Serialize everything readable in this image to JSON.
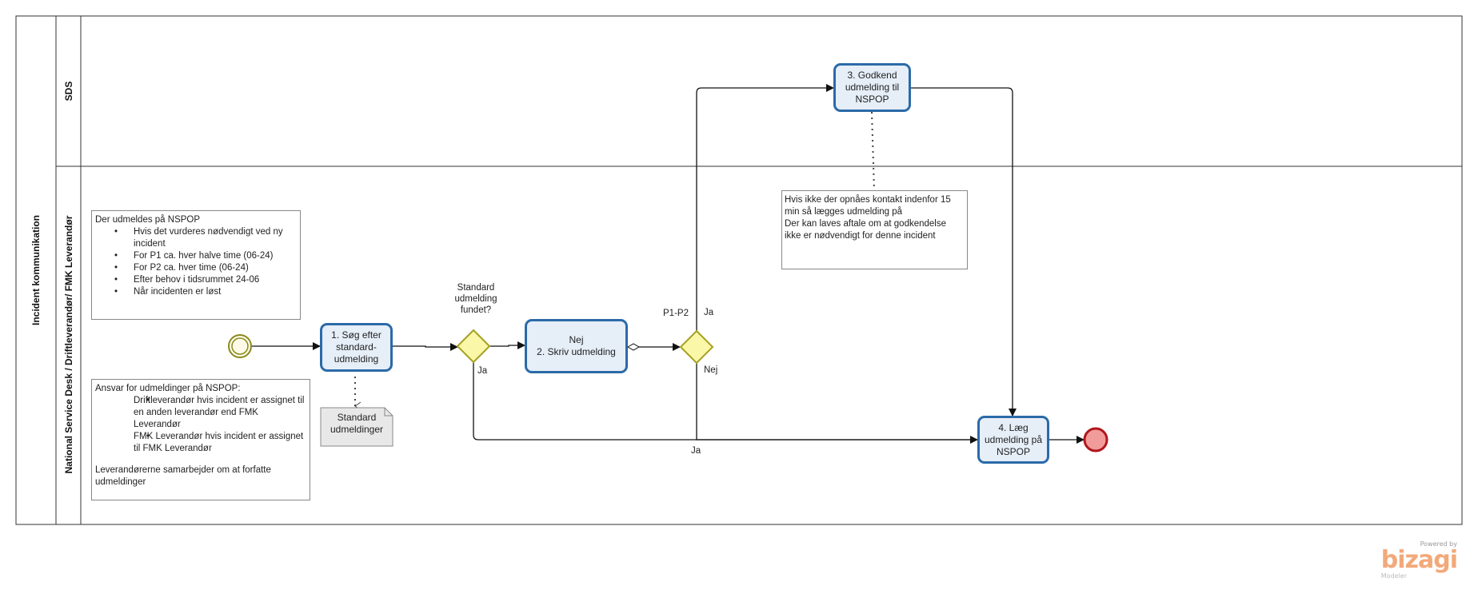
{
  "pool": {
    "title": "Incident kommunikation"
  },
  "lanes": [
    {
      "id": "sds",
      "title": "SDS"
    },
    {
      "id": "nsd",
      "title": "National Service Desk / Driftleverandør/ FMK Leverandør"
    }
  ],
  "tasks": {
    "t1": "1. Søg efter\nstandard-\nudmelding",
    "t2": "Nej\n2. Skriv udmelding",
    "t3": "3. Godkend\nudmelding til\nNSPOP",
    "t4": "4. Læg\nudmelding på\nNSPOP"
  },
  "gateways": {
    "g1_label": "Standard\nudmelding\nfundet?",
    "g1_yes": "Ja",
    "g2_label": "P1-P2",
    "g2_yes": "Ja",
    "g2_no": "Nej",
    "bottom_yes": "Ja"
  },
  "data_object": {
    "label": "Standard\nudmeldinger"
  },
  "annotation1": {
    "heading": "Der udmeldes på NSPOP",
    "items": [
      "Hvis det vurderes nødvendigt ved ny incident",
      "For P1 ca. hver halve time (06-24)",
      "For P2 ca. hver time (06-24)",
      "Efter behov i tidsrummet 24-06",
      "Når incidenten er løst"
    ]
  },
  "annotation2": {
    "heading": "Ansvar for udmeldinger på NSPOP:",
    "items": [
      "Driftleverandør hvis incident er assignet til en anden leverandør end FMK Leverandør",
      "FMK Leverandør hvis incident er assignet til FMK Leverandør"
    ],
    "footer": "Leverandørerne samarbejder om at forfatte udmeldinger"
  },
  "annotation3": {
    "lines": [
      "Hvis ikke der opnåes kontakt indenfor 15 min så lægges udmelding på",
      "Der kan laves aftale om at godkendelse ikke er nødvendigt for denne incident"
    ]
  },
  "branding": {
    "powered": "Powered by",
    "name": "bizagi",
    "product": "Modeler"
  },
  "colors": {
    "task_fill": "#e6eef8",
    "task_border": "#2b6aa8",
    "gateway_fill": "#fbf7a8",
    "gateway_border": "#a6a021",
    "start_border": "#8a8a1e",
    "end_fill": "#f29b9b",
    "end_border": "#b0161c",
    "brand": "#f2a97a"
  }
}
